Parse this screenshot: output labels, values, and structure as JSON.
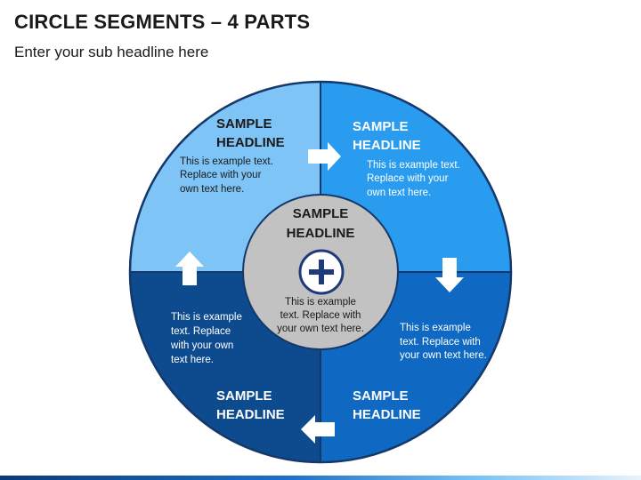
{
  "title": "CIRCLE SEGMENTS – 4 PARTS",
  "subtitle": "Enter your sub headline here",
  "center": {
    "headline_line1": "SAMPLE",
    "headline_line2": "HEADLINE",
    "text_line1": "This is example",
    "text_line2": "text. Replace with",
    "text_line3": "your own text here."
  },
  "segments": {
    "top_left": {
      "headline_line1": "SAMPLE",
      "headline_line2": "HEADLINE",
      "text_line1": "This is example text.",
      "text_line2": "Replace with your",
      "text_line3": "own text here.",
      "color": "#7fc4f7"
    },
    "top_right": {
      "headline_line1": "SAMPLE",
      "headline_line2": "HEADLINE",
      "text_line1": "This is example text.",
      "text_line2": "Replace with your",
      "text_line3": "own text here.",
      "color": "#2a9cef"
    },
    "bottom_right": {
      "headline_line1": "SAMPLE",
      "headline_line2": "HEADLINE",
      "text_line1": "This is example",
      "text_line2": "text. Replace with",
      "text_line3": "your own text here.",
      "color": "#0f68c2"
    },
    "bottom_left": {
      "headline_line1": "SAMPLE",
      "headline_line2": "HEADLINE",
      "text_line1": "This is example",
      "text_line2": "text. Replace",
      "text_line3": "with your own",
      "text_line4": "text here.",
      "color": "#0d4b8e"
    }
  },
  "colors": {
    "outline": "#15386a",
    "center_fill": "#c2c2c2",
    "plus": "#1f3a78",
    "arrow": "#ffffff"
  },
  "icons": {
    "center": "plus-icon",
    "arrows": [
      "arrow-right-icon",
      "arrow-down-icon",
      "arrow-left-icon",
      "arrow-up-icon"
    ]
  }
}
